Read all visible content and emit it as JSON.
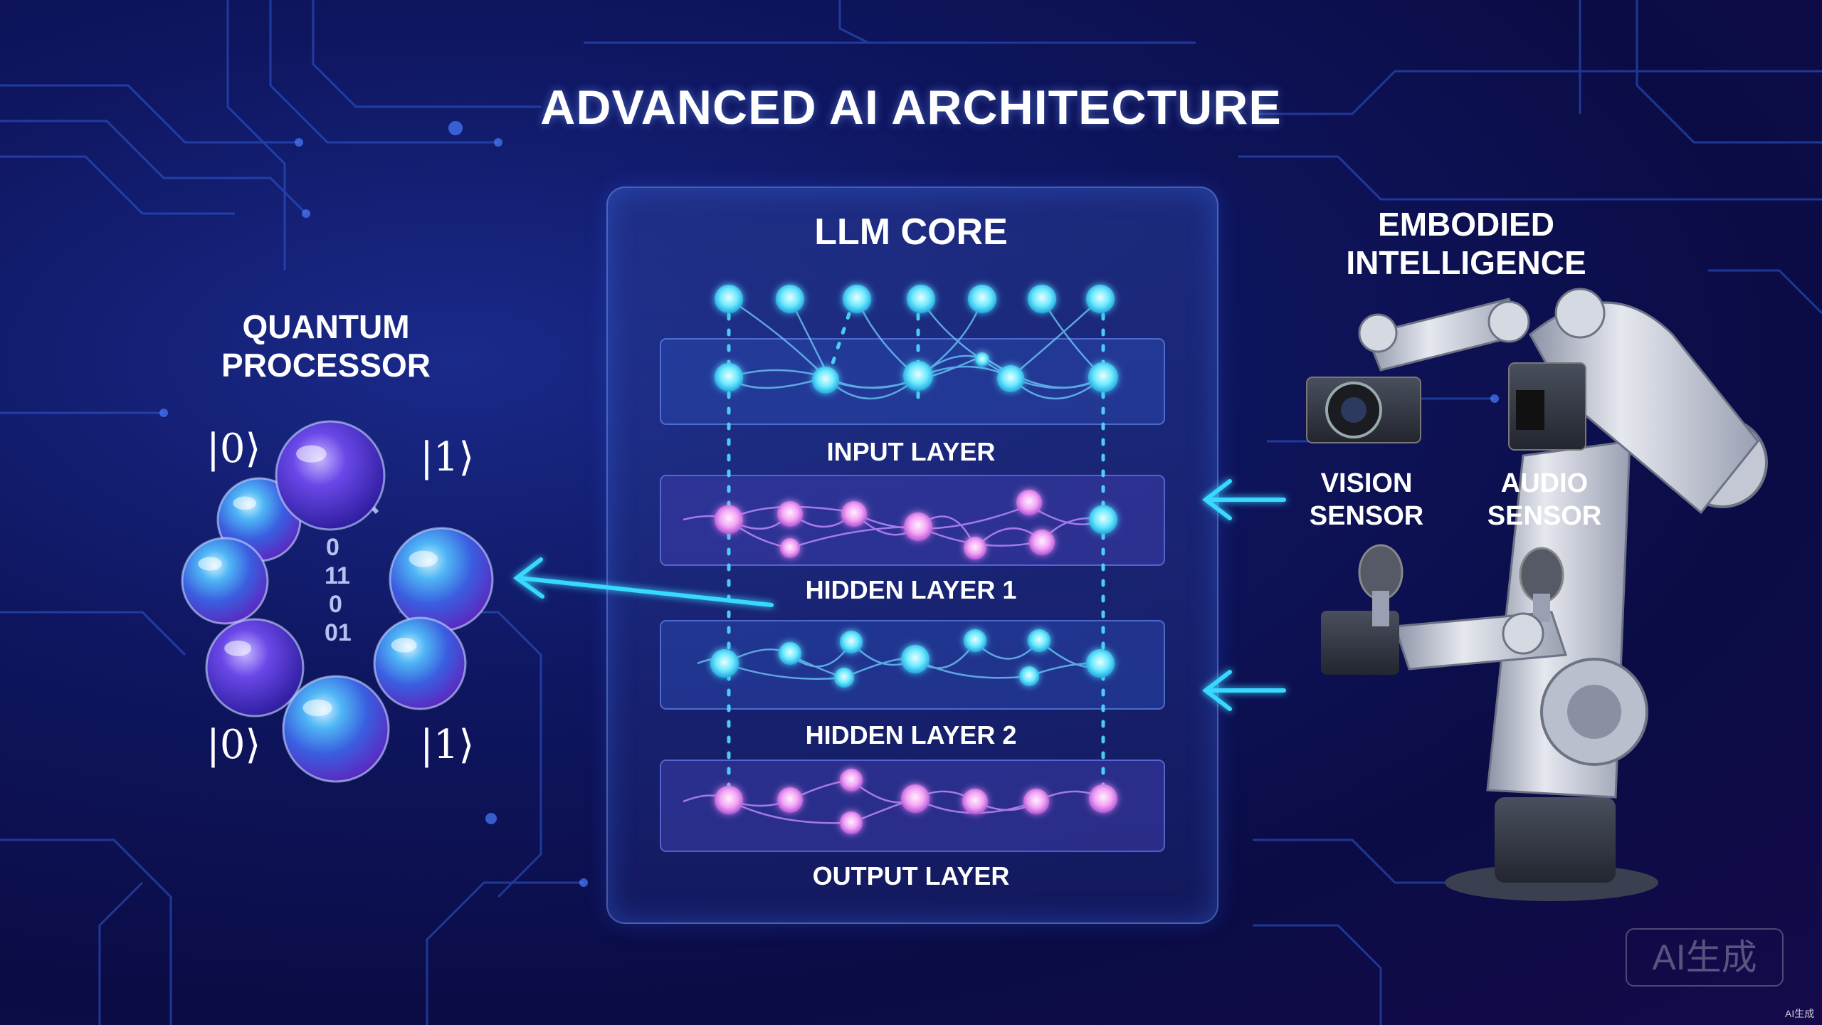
{
  "title": "ADVANCED AI ARCHITECTURE",
  "llm_core": {
    "title": "LLM CORE",
    "layers": [
      {
        "label": "INPUT LAYER"
      },
      {
        "label": "HIDDEN LAYER 1"
      },
      {
        "label": "HIDDEN LAYER 2"
      },
      {
        "label": "OUTPUT LAYER"
      }
    ]
  },
  "quantum": {
    "title_line1": "QUANTUM",
    "title_line2": "PROCESSOR",
    "kets": [
      "|0⟩",
      "|1⟩",
      "|0⟩",
      "|1⟩"
    ]
  },
  "embodied": {
    "title_line1": "EMBODIED",
    "title_line2": "INTELLIGENCE",
    "vision_line1": "VISION",
    "vision_line2": "SENSOR",
    "audio_line1": "AUDIO",
    "audio_line2": "SENSOR"
  },
  "watermark": "AI生成",
  "watermark_small": "AI生成",
  "colors": {
    "cyan_node": "#5ee6ff",
    "pink_node": "#f29bf0",
    "arrow": "#38d8ff"
  }
}
